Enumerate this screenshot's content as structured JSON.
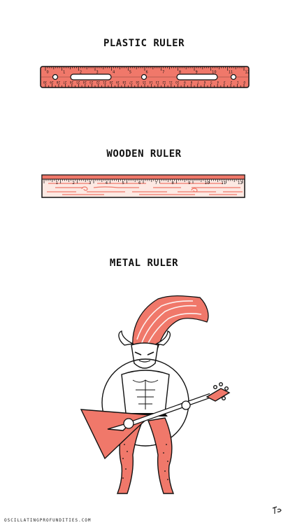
{
  "captions": {
    "plastic": "PLASTIC RULER",
    "wooden": "WOODEN RULER",
    "metal": "METAL RULER"
  },
  "footer": {
    "site": "OSCILLATINGPROFUNDITIES.COM"
  },
  "plastic_ruler": {
    "top_numbers": [
      "0",
      "1",
      "2",
      "3",
      "4",
      "5",
      "6",
      "7",
      "8",
      "9",
      "10",
      "11",
      "12"
    ],
    "bottom_numbers": [
      "30",
      "29",
      "28",
      "27",
      "26",
      "25",
      "24",
      "23",
      "22",
      "21",
      "20",
      "19",
      "18",
      "17",
      "16",
      "15",
      "14",
      "13",
      "12",
      "11",
      "10",
      "9",
      "8",
      "7",
      "6",
      "5",
      "4",
      "3",
      "2",
      "1",
      "0"
    ]
  },
  "wooden_ruler": {
    "numbers": [
      "1",
      "2",
      "3",
      "4",
      "5",
      "6",
      "7",
      "8",
      "9",
      "10",
      "11",
      "12"
    ]
  },
  "colors": {
    "salmon": "#f0786a",
    "ink": "#111111",
    "wood_light": "#fde9e3",
    "paper": "#ffffff"
  }
}
